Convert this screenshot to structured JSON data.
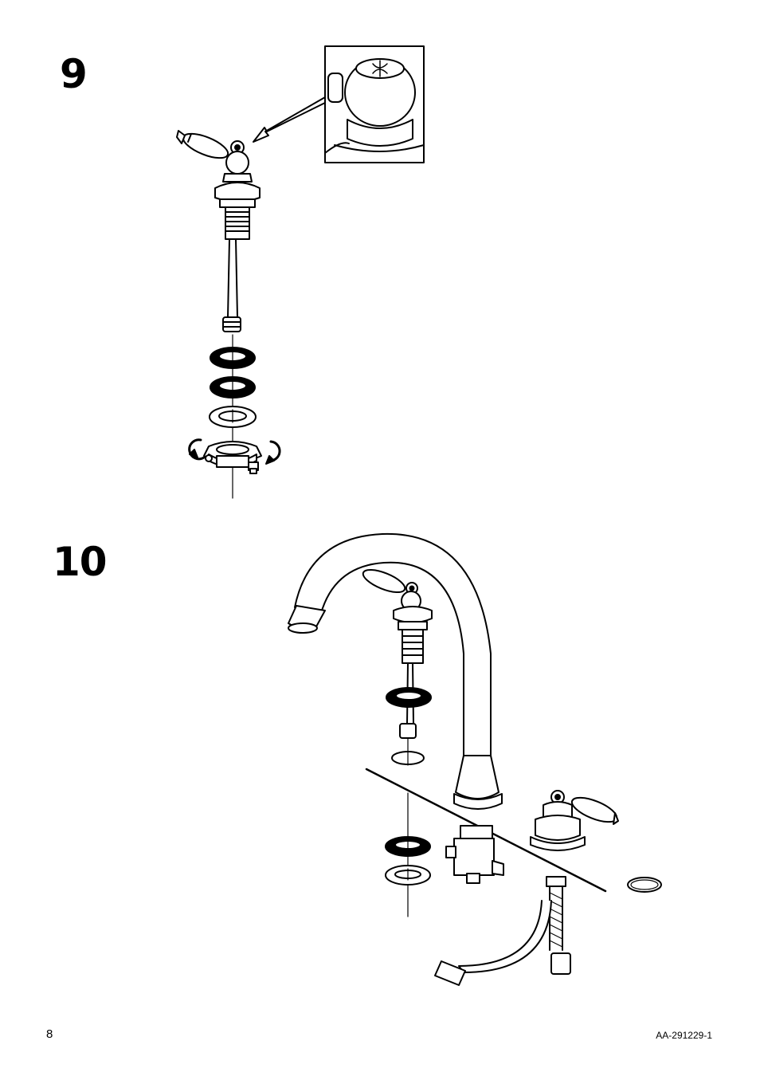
{
  "steps": [
    {
      "number": "9"
    },
    {
      "number": "10"
    }
  ],
  "footer": {
    "page_number": "8",
    "document_code": "AA-291229-1"
  },
  "icons": [
    "cold-tap-marking-icon",
    "rotate-left-arrow-icon",
    "rotate-right-arrow-icon"
  ]
}
